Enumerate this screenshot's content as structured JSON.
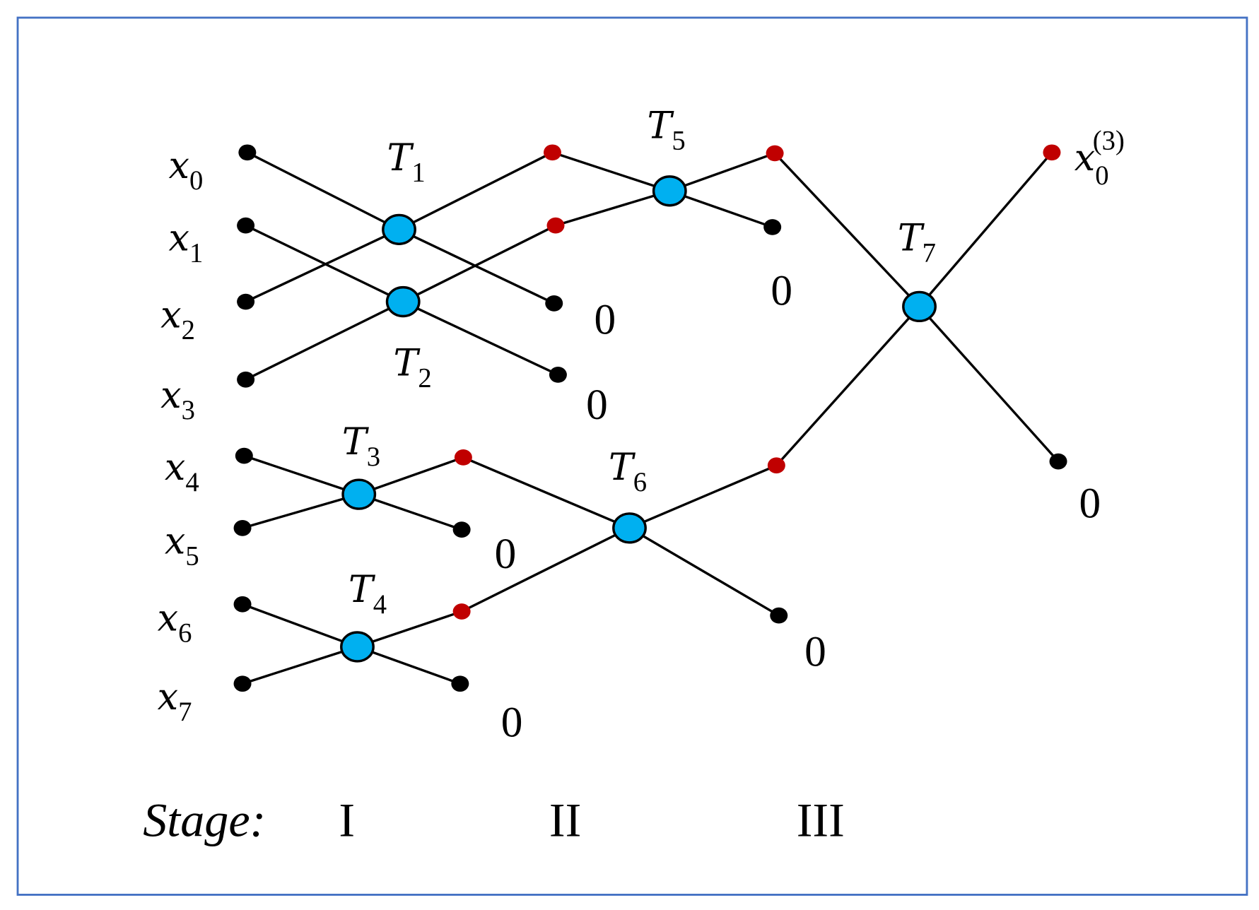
{
  "colors": {
    "border": "#4472C4",
    "butterfly_node": "#00B0F0",
    "intermediate_dot": "#C00000",
    "dot": "#000000"
  },
  "inputs": [
    "0",
    "1",
    "2",
    "3",
    "4",
    "5",
    "6",
    "7"
  ],
  "input_symbol": "x",
  "butterflies": [
    {
      "label": "T",
      "sub": "1"
    },
    {
      "label": "T",
      "sub": "2"
    },
    {
      "label": "T",
      "sub": "3"
    },
    {
      "label": "T",
      "sub": "4"
    },
    {
      "label": "T",
      "sub": "5"
    },
    {
      "label": "T",
      "sub": "6"
    },
    {
      "label": "T",
      "sub": "7"
    }
  ],
  "zero_label": "0",
  "output": {
    "symbol": "x",
    "sub": "0",
    "sup": "(3)"
  },
  "stage": {
    "label": "Stage:",
    "stages": [
      "I",
      "II",
      "III"
    ]
  }
}
